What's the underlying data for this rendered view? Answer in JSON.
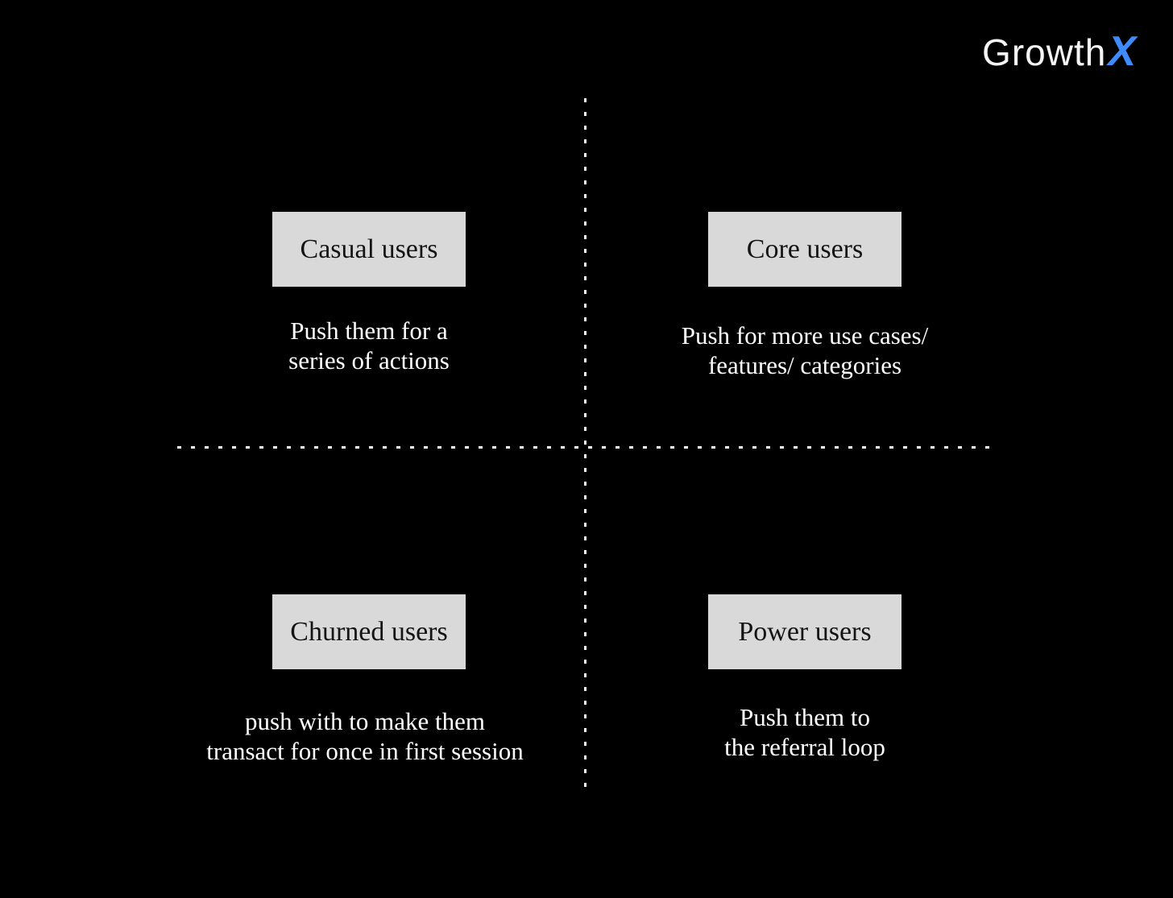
{
  "logo": {
    "brand": "Growth",
    "accent": "X",
    "accent_color": "#3d8bfd"
  },
  "colors": {
    "background": "#000000",
    "box_background": "#d9d9d9",
    "box_text": "#141414",
    "description_text": "#ffffff",
    "axis_line": "#ffffff"
  },
  "quadrants": {
    "top_left": {
      "label": "Casual users",
      "description_line1": "Push them for a",
      "description_line2": "series of actions"
    },
    "top_right": {
      "label": "Core users",
      "description_line1": "Push for more use cases/",
      "description_line2": "features/ categories"
    },
    "bottom_left": {
      "label": "Churned users",
      "description_line1": "push with to make them",
      "description_line2": "transact for once in first session"
    },
    "bottom_right": {
      "label": "Power users",
      "description_line1": "Push them to",
      "description_line2": "the referral loop"
    }
  }
}
